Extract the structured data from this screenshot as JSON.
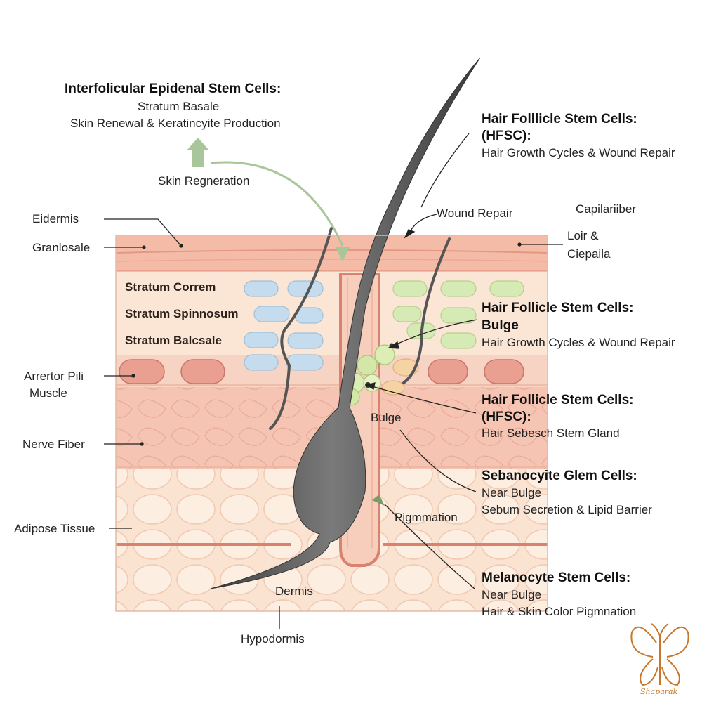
{
  "labels": {
    "interfollicular_title": "Interfolicular Epidenal Stem Cells:",
    "interfollicular_line1": "Stratum Basale",
    "interfollicular_line2": "Skin Renewal & Keratincyite Production",
    "skin_regeneration": "Skin Regneration",
    "hfsc_top_title": "Hair Folllicle Stem Cells:",
    "hfsc_top_sub": "(HFSC):",
    "hfsc_top_desc": "Hair Growth Cycles & Wound Repair",
    "wound_repair": "Wound Repair",
    "capillary": "Capilariiber",
    "loir": "Loir &",
    "ciepaila": "Ciepaila",
    "epidermis": "Eidermis",
    "granulosale": "Granlosale",
    "stratum_corneum": "Stratum Correm",
    "stratum_spinosum": "Stratum Spinnosum",
    "stratum_basale": "Stratum Balcsale",
    "arrector_line1": "Arrertor Pili",
    "arrector_line2": "Muscle",
    "nerve_fiber": "Nerve Fiber",
    "adipose": "Adipose Tissue",
    "hfsc_bulge_title": "Hair Follicle Stem Cells:",
    "hfsc_bulge_sub": "Bulge",
    "hfsc_bulge_desc": "Hair Growth Cycles & Wound Repair",
    "hfsc_gland_title": "Hair Follicle Stem Cells:",
    "hfsc_gland_sub": "(HFSC):",
    "hfsc_gland_desc": "Hair Sebesch Stem Gland",
    "bulge": "Bulge",
    "sebanocyte_title": "Sebanocyite Glem Cells:",
    "sebanocyte_line1": "Near Bulge",
    "sebanocyte_line2": "Sebum Secretion & Lipid Barrier",
    "pigmentation": "Pigmmation",
    "melanocyte_title": "Melanocyte Stem Cells:",
    "melanocyte_line1": "Near Bulge",
    "melanocyte_line2": "Hair & Skin Color Pigmnation",
    "dermis": "Dermis",
    "hypodermis": "Hypodormis"
  },
  "watermark": {
    "text": "Shaparak",
    "color": "#c8762a"
  },
  "colors": {
    "skin_surface": "#f2b7a0",
    "epidermis": "#f7d8c8",
    "dermis": "#f3c1b1",
    "adipose": "#f9dcc8",
    "hair": "#555555",
    "basal_cells": "#bcd6ea",
    "stem_cells": "#cfe6a8",
    "muscle": "#e8988a",
    "arrow_green": "#a9c59a"
  }
}
